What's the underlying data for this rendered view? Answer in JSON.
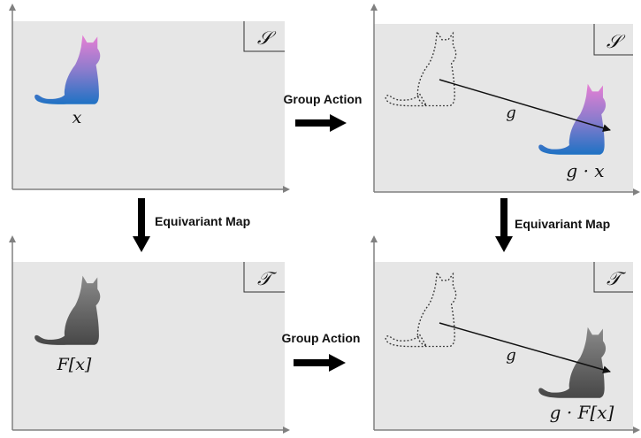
{
  "panels": {
    "top_left": {
      "badge": "𝒮",
      "label": "x"
    },
    "top_right": {
      "badge": "𝒮",
      "arrow_label": "g",
      "label": "g · x"
    },
    "bottom_left": {
      "badge": "𝒯",
      "label": "F[x]"
    },
    "bottom_right": {
      "badge": "𝒯",
      "arrow_label": "g",
      "label": "g · F[x]"
    }
  },
  "transitions": {
    "top_group_action": "Group Action",
    "bottom_group_action": "Group Action",
    "left_equivariant_map": "Equivariant Map",
    "right_equivariant_map": "Equivariant Map"
  },
  "colors": {
    "panel_fill": "#e6e6e6",
    "axis": "#808080",
    "cat_gradient_top": "#e87fd4",
    "cat_gradient_bottom": "#1e72c4",
    "cat_gray_top": "#8a8a8a",
    "cat_gray_bottom": "#474747"
  }
}
